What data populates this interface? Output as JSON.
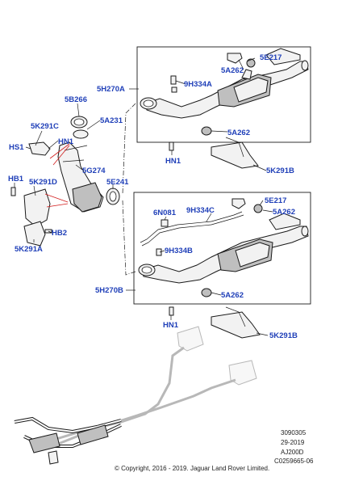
{
  "callouts": {
    "c_5e217_a": "5E217",
    "c_5a262_a": "5A262",
    "c_9h334a": "9H334A",
    "c_5h270a": "5H270A",
    "c_5b266": "5B266",
    "c_5a231": "5A231",
    "c_5k291c": "5K291C",
    "c_hs1": "HS1",
    "c_hn1_a": "HN1",
    "c_5a262_b": "5A262",
    "c_hn1_b": "HN1",
    "c_5k291b_a": "5K291B",
    "c_5g274": "5G274",
    "c_5e241": "5E241",
    "c_hb1": "HB1",
    "c_5k291d": "5K291D",
    "c_5e217_b": "5E217",
    "c_6n081": "6N081",
    "c_9h334c": "9H334C",
    "c_5a262_c": "5A262",
    "c_hb2": "HB2",
    "c_9h334b": "9H334B",
    "c_5k291a": "5K291A",
    "c_5h270b": "5H270B",
    "c_5a262_d": "5A262",
    "c_hn1_c": "HN1",
    "c_5k291b_b": "5K291B"
  },
  "info": {
    "ref1": "3090305",
    "ref2": "29-2019",
    "ref3": "AJ200D",
    "ref4": "C0259665-06"
  },
  "copyright": "© Copyright, 2016 - 2019. Jaguar Land Rover Limited."
}
